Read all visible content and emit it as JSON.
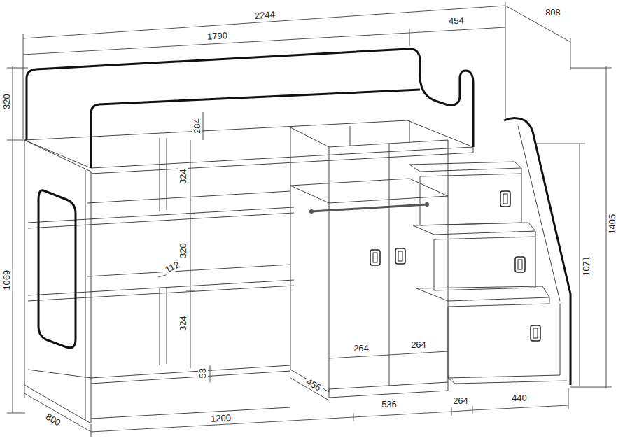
{
  "diagram": {
    "labels": [
      "2244",
      "808",
      "1790",
      "454",
      "320",
      "284",
      "324",
      "1405",
      "1071",
      "320",
      "112",
      "1069",
      "324",
      "264",
      "264",
      "53",
      "456",
      "536",
      "264",
      "440",
      "800",
      "1200"
    ]
  }
}
